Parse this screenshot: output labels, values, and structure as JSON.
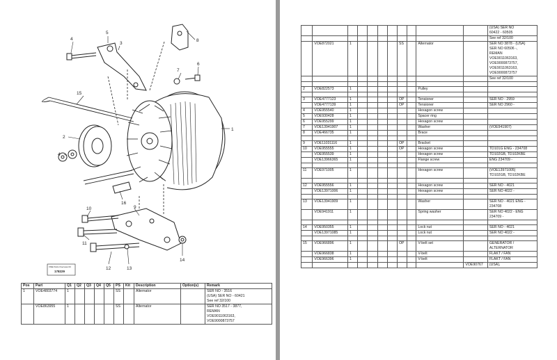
{
  "diagram": {
    "logo_line1": "VME Parts Overview 03",
    "logo_code": "178229",
    "callouts": [
      "1",
      "2",
      "3",
      "4",
      "5",
      "6",
      "7",
      "8",
      "9",
      "10",
      "11",
      "12",
      "13",
      "14",
      "15",
      "16"
    ]
  },
  "left_table": {
    "headers": [
      "Pos",
      "Part",
      "Q1",
      "Q2",
      "Q3",
      "Q4",
      "Q5",
      "PS",
      "Kit",
      "Description",
      "Option(s)",
      "Remark"
    ],
    "rows": [
      {
        "pos": "1",
        "part": "VOE4803774",
        "q1": "1",
        "ps": "SS",
        "desc": "Alternator",
        "remark": [
          "SER NO - 3516",
          "(USA) SER NO - 60421",
          "See ref 32/100"
        ]
      },
      {
        "pos": "",
        "part": "VOE863955",
        "q1": "1",
        "ps": "SS",
        "desc": "Alternator",
        "remark": [
          "SER NO 3517 - 3877,",
          "REMAN",
          "VOE9011063163,",
          "VOE9000873757"
        ]
      }
    ]
  },
  "right_table": {
    "rows": [
      {
        "pos": "",
        "part": "",
        "q": "",
        "ps": "",
        "desc": "",
        "remark": [
          "(USA) SER NO",
          "60422 - 60505"
        ]
      },
      {
        "pos": "",
        "part": "",
        "q": "",
        "ps": "",
        "desc": "",
        "remark": [
          "See ref 32/100"
        ]
      },
      {
        "pos": "",
        "part": "VOE872021",
        "q": "1",
        "ps": "SS",
        "desc": "Alternator",
        "remark": [
          "SER NO 3878 - (USA)",
          "SER NO 60506 -,",
          "REMAN",
          "VOE9011063163,",
          "VOE9000873757,",
          "VOE9011063163,",
          "VOE9000873757"
        ]
      },
      {
        "pos": "",
        "part": "",
        "q": "",
        "ps": "",
        "desc": "",
        "remark": [
          "See ref 32/100"
        ]
      },
      {
        "pos": "",
        "part": "",
        "q": "",
        "ps": "",
        "desc": "",
        "remark": []
      },
      {
        "pos": "2",
        "part": "VOE822573",
        "q": "1",
        "ps": "",
        "desc": "Pulley",
        "remark": []
      },
      {
        "pos": "",
        "part": "",
        "q": "",
        "ps": "",
        "desc": "",
        "remark": []
      },
      {
        "pos": "3",
        "part": "VOE4777123",
        "q": "1",
        "ps": "OP",
        "desc": "Tensioner",
        "remark": [
          "SER NO - 2959"
        ]
      },
      {
        "pos": "",
        "part": "VOE4777139",
        "q": "1",
        "ps": "OP",
        "desc": "Tensioner",
        "remark": [
          "SER NO 2960 -"
        ]
      },
      {
        "pos": "4",
        "part": "VOE955540",
        "q": "1",
        "ps": "",
        "desc": "Hexagon screw",
        "remark": []
      },
      {
        "pos": "5",
        "part": "VOE930428",
        "q": "1",
        "ps": "",
        "desc": "Spacer ring",
        "remark": []
      },
      {
        "pos": "6",
        "part": "VOE955299",
        "q": "1",
        "ps": "",
        "desc": "Hexagon screw",
        "remark": []
      },
      {
        "pos": "7",
        "part": "VOE13941907",
        "q": "1",
        "ps": "",
        "desc": "Washer",
        "remark": [
          "(VOE941907)"
        ]
      },
      {
        "pos": "8",
        "part": "VOE466735",
        "q": "1",
        "ps": "",
        "desc": "Brace",
        "remark": []
      },
      {
        "pos": "",
        "part": "",
        "q": "",
        "ps": "",
        "desc": "",
        "remark": []
      },
      {
        "pos": "9",
        "part": "VOE11031116",
        "q": "1",
        "ps": "OP",
        "desc": "Bracket",
        "remark": []
      },
      {
        "pos": "10",
        "part": "VOE955555",
        "q": "1",
        "ps": "OP",
        "desc": "Hexagon screw",
        "remark": [
          "TD101G ENG - 234708"
        ]
      },
      {
        "pos": "",
        "part": "VOE955539",
        "q": "1",
        "ps": "",
        "desc": "Hexagon screw",
        "remark": [
          "TD102GB, TD102KBE"
        ]
      },
      {
        "pos": "",
        "part": "VOE13966365",
        "q": "1",
        "ps": "",
        "desc": "Flange screw",
        "remark": [
          "ENG 234709 -"
        ]
      },
      {
        "pos": "",
        "part": "",
        "q": "",
        "ps": "",
        "desc": "",
        "remark": []
      },
      {
        "pos": "11",
        "part": "VOE971005",
        "q": "1",
        "ps": "",
        "desc": "Hexagon screw",
        "remark": [
          "(VOE13971005)",
          "TD102GB, TD102KBE"
        ]
      },
      {
        "pos": "",
        "part": "",
        "q": "",
        "ps": "",
        "desc": "",
        "remark": []
      },
      {
        "pos": "12",
        "part": "VOE955556",
        "q": "1",
        "ps": "",
        "desc": "Hexagon screw",
        "remark": [
          "SER NO - 4021"
        ]
      },
      {
        "pos": "",
        "part": "VOE13971006",
        "q": "1",
        "ps": "",
        "desc": "Hexagon screw",
        "remark": [
          "SER NO 4022 -"
        ]
      },
      {
        "pos": "",
        "part": "",
        "q": "",
        "ps": "",
        "desc": "",
        "remark": []
      },
      {
        "pos": "13",
        "part": "VOE13941909",
        "q": "1",
        "ps": "",
        "desc": "Washer",
        "remark": [
          "SER NO - 4021 ENG -",
          "234708"
        ]
      },
      {
        "pos": "",
        "part": "VOE941911",
        "q": "1",
        "ps": "",
        "desc": "Spring washer",
        "remark": [
          "SER NO 4022 - ENG",
          "234709 -"
        ]
      },
      {
        "pos": "",
        "part": "",
        "q": "",
        "ps": "",
        "desc": "",
        "remark": []
      },
      {
        "pos": "14",
        "part": "VOE950355",
        "q": "1",
        "ps": "",
        "desc": "Lock nut",
        "remark": [
          "SER NO - 4021"
        ]
      },
      {
        "pos": "",
        "part": "VOE13971085",
        "q": "1",
        "ps": "",
        "desc": "Lock nut",
        "remark": [
          "SER NO 4022 -"
        ]
      },
      {
        "pos": "",
        "part": "",
        "q": "",
        "ps": "",
        "desc": "",
        "remark": []
      },
      {
        "pos": "15",
        "part": "VOE966896",
        "q": "1",
        "ps": "OP",
        "desc": "V-belt set",
        "remark": [
          "GENERATOR /",
          "ALTERNATOR"
        ]
      },
      {
        "pos": "",
        "part": "VOE966838",
        "q": "1",
        "ps": "",
        "desc": "V-belt",
        "remark": [
          "FLÄKT / FAN"
        ]
      },
      {
        "pos": "",
        "part": "VOE966396",
        "q": "1",
        "ps": "",
        "desc": "V-belt",
        "remark": [
          "FLÄKT / FAN"
        ]
      },
      {
        "pos": "",
        "part": "",
        "q": "",
        "ps": "",
        "desc": "",
        "opt": "VOE90767",
        "remark": [
          "(USA),"
        ]
      }
    ]
  }
}
